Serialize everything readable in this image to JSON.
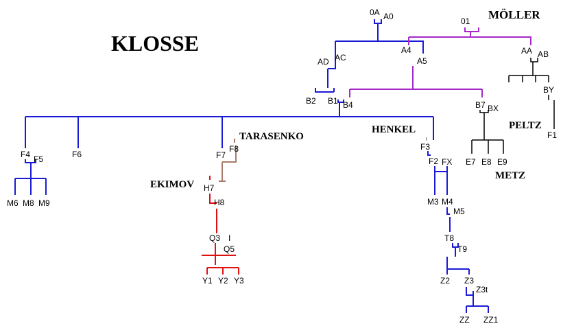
{
  "titles": {
    "main": "KLOSSE",
    "moller": "MÖLLER",
    "tarasenko": "TARASENKO",
    "henkel": "HENKEL",
    "ekimov": "EKIMOV",
    "peltz": "PELTZ",
    "metz": "METZ"
  },
  "nodes": {
    "n0A": "0A",
    "nA0": "A0",
    "n01": "01",
    "nAC": "AC",
    "nAD": "AD",
    "nA4": "A4",
    "nA5": "A5",
    "nAA": "AA",
    "nAB": "AB",
    "nBY": "BY",
    "nF1": "F1",
    "nB2": "B2",
    "nB1": "B1",
    "nB4": "B4",
    "nB7": "B7",
    "nBX": "BX",
    "nE7": "E7",
    "nE8": "E8",
    "nE9": "E9",
    "nF4": "F4",
    "nF5": "F5",
    "nF6": "F6",
    "nM6": "M6",
    "nM8": "M8",
    "nM9": "M9",
    "nF7": "F7",
    "nF8": "F8",
    "nH7": "H7",
    "nH8": "H8",
    "nQ3": "Q3",
    "nQ5": "Q5",
    "nI": "I",
    "nY1": "Y1",
    "nY2": "Y2",
    "nY3": "Y3",
    "nF3": "F3",
    "nF2": "F2",
    "nFX": "FX",
    "nM3": "M3",
    "nM4": "M4",
    "nM5": "M5",
    "nT8": "T8",
    "nT9": "T9",
    "nZ2": "Z2",
    "nZ3": "Z3",
    "nZ3t": "Z3t",
    "nZZ": "ZZ",
    "nZZ1": "ZZ1"
  },
  "colors": {
    "blue": "#1a1ad6",
    "purple": "#a528c8",
    "black": "#000000",
    "tan": "#a87a68",
    "red": "#e01010"
  }
}
